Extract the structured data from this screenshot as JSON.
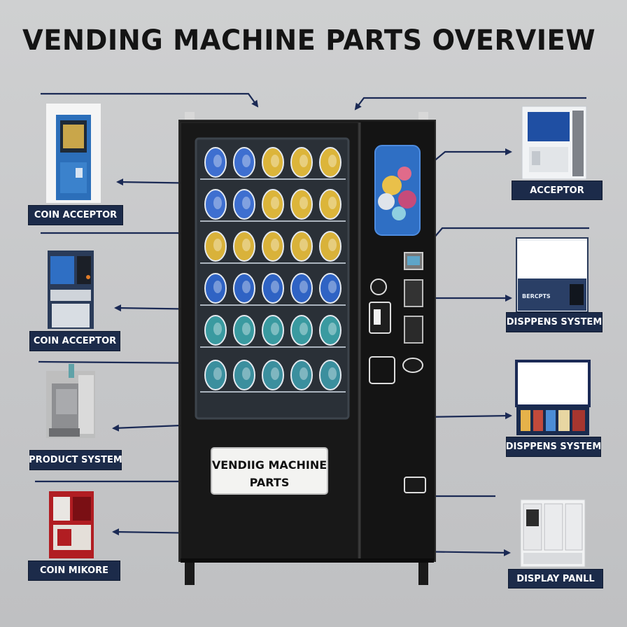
{
  "title": "VENDING MACHINE PARTS OVERVIEW",
  "machine_panel_text": "VENDIIG MACHINE PARTS",
  "labels_left": [
    "COIN ACCEPTOR",
    "COIN ACCEPTOR",
    "PRODUCT SYSTEM",
    "COIN MIKORE"
  ],
  "labels_right": [
    "ACCEPTOR",
    "DISPPENS SYSTEM",
    "DISPPENS SYSTEM",
    "DISPLAY PANLL"
  ],
  "mini_panel_text": "BERCPTS",
  "colors": {
    "background": "#c9cacb",
    "label_bg": "#1c2b4a",
    "arrow": "#1b2a55",
    "machine_body": "#141414"
  }
}
